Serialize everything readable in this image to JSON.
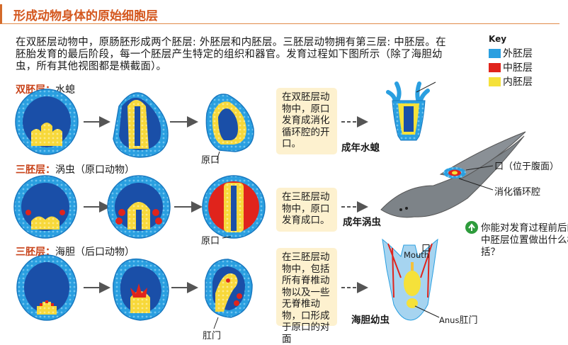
{
  "title": "形成动物身体的原始细胞层",
  "intro": "在双胚层动物中，原肠胚形成两个胚层: 外胚层和内胚层。三胚层动物拥有第三层: 中胚层。在胚胎发育的最后阶段，每一个胚层产生特定的组织和器官。发育过程如下图所示（除了海胆幼虫，所有其他视图都是横截面）。",
  "key": {
    "title": "Key",
    "items": [
      {
        "label": "外胚层",
        "color": "#2a9fe0"
      },
      {
        "label": "中胚层",
        "color": "#e0241c"
      },
      {
        "label": "内胚层",
        "color": "#f5e13a"
      }
    ]
  },
  "rows": [
    {
      "tag": "双胚层：",
      "name": "水螅",
      "note": "在双胚层动物中，原口发育成消化循环腔的开口。",
      "pore_label": "原口",
      "adult_label": "成年水螅"
    },
    {
      "tag": "三胚层：",
      "name": "涡虫（原口动物）",
      "note": "在三胚层动物中，原口发育成口。",
      "pore_label": "原口",
      "adult_label": "成年涡虫"
    },
    {
      "tag": "三胚层：",
      "name": "海胆（后口动物）",
      "note": "在三胚层动物中，包括所有脊椎动物以及一些无脊椎动物，口形成于原口的对面",
      "pore_label": "肛门",
      "adult_label": "海胆幼虫"
    }
  ],
  "flatworm_labels": {
    "mouth": "口（位于腹面）",
    "gut": "消化循环腔"
  },
  "urchin_labels": {
    "mouth_cn": "口",
    "mouth_en": "Mouth",
    "anus_en": "Anus",
    "anus_cn": "肛门"
  },
  "question": "你能对发育过程前后的中胚层位置做出什么概括？"
}
